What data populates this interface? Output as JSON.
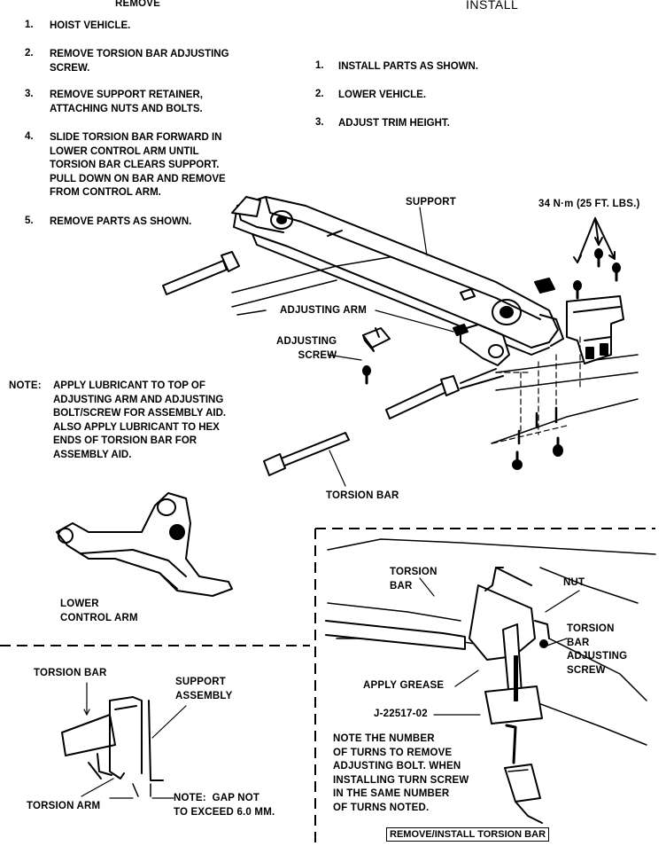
{
  "remove": {
    "heading": "REMOVE",
    "steps": [
      {
        "num": "1.",
        "text": "HOIST VEHICLE."
      },
      {
        "num": "2.",
        "text": "REMOVE TORSION BAR ADJUSTING\nSCREW."
      },
      {
        "num": "3.",
        "text": "REMOVE SUPPORT RETAINER,\nATTACHING NUTS AND BOLTS."
      },
      {
        "num": "4.",
        "text": "SLIDE TORSION BAR FORWARD IN\nLOWER CONTROL ARM UNTIL\nTORSION BAR CLEARS SUPPORT.\nPULL DOWN ON BAR AND REMOVE\nFROM CONTROL ARM."
      },
      {
        "num": "5.",
        "text": "REMOVE PARTS AS SHOWN."
      }
    ]
  },
  "install": {
    "heading": "INSTALL",
    "steps": [
      {
        "num": "1.",
        "text": "INSTALL PARTS AS SHOWN."
      },
      {
        "num": "2.",
        "text": "LOWER VEHICLE."
      },
      {
        "num": "3.",
        "text": "ADJUST TRIM HEIGHT."
      }
    ]
  },
  "note": {
    "label": "NOTE:",
    "text": "APPLY LUBRICANT TO TOP OF\nADJUSTING ARM AND ADJUSTING\nBOLT/SCREW FOR ASSEMBLY AID.\nALSO APPLY LUBRICANT TO HEX\nENDS OF TORSION BAR FOR\nASSEMBLY AID."
  },
  "labels": {
    "support": "SUPPORT",
    "torque": "34 N·m (25 FT. LBS.)",
    "adjusting_arm": "ADJUSTING ARM",
    "adjusting_screw": "ADJUSTING\nSCREW",
    "torsion_bar": "TORSION BAR",
    "lower_control_arm": "LOWER\nCONTROL ARM"
  },
  "detail_gap": {
    "torsion_bar": "TORSION BAR",
    "support_assembly": "SUPPORT\nASSEMBLY",
    "torsion_arm": "TORSION ARM",
    "note": "NOTE:  GAP NOT\nTO EXCEED 6.0 mm."
  },
  "detail_tool": {
    "torsion_bar": "TORSION\nBAR",
    "nut": "NUT",
    "adj_screw": "TORSION\nBAR\nADJUSTING\nSCREW",
    "apply_grease": "APPLY GREASE",
    "tool_number": "J-22517-02",
    "note": "NOTE THE NUMBER\nOF TURNS TO REMOVE\nADJUSTING BOLT. WHEN\nINSTALLING TURN SCREW\nIN THE SAME NUMBER\nOF TURNS NOTED.",
    "caption": "REMOVE/INSTALL TORSION BAR"
  }
}
